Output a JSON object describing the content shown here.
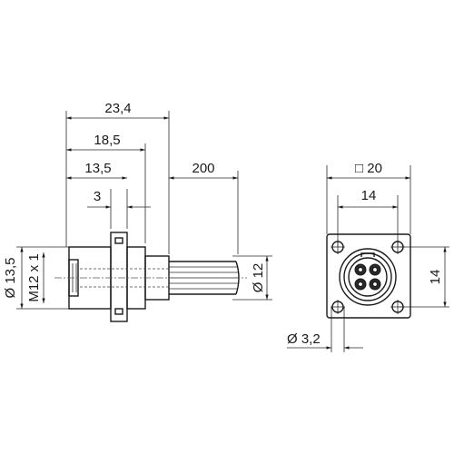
{
  "side_view": {
    "dim_total_length": "23,4",
    "dim_body_length": "18,5",
    "dim_front_to_flange": "13,5",
    "dim_flange_thickness": "3",
    "dim_wire_length": "200",
    "dim_front_diameter": "Ø 13,5",
    "dim_thread": "M12 x 1",
    "dim_body_diameter": "Ø 12"
  },
  "front_view": {
    "dim_flange_size": "□ 20",
    "dim_hole_spacing_h": "14",
    "dim_hole_spacing_v": "14",
    "dim_hole_diameter": "Ø 3,2"
  }
}
